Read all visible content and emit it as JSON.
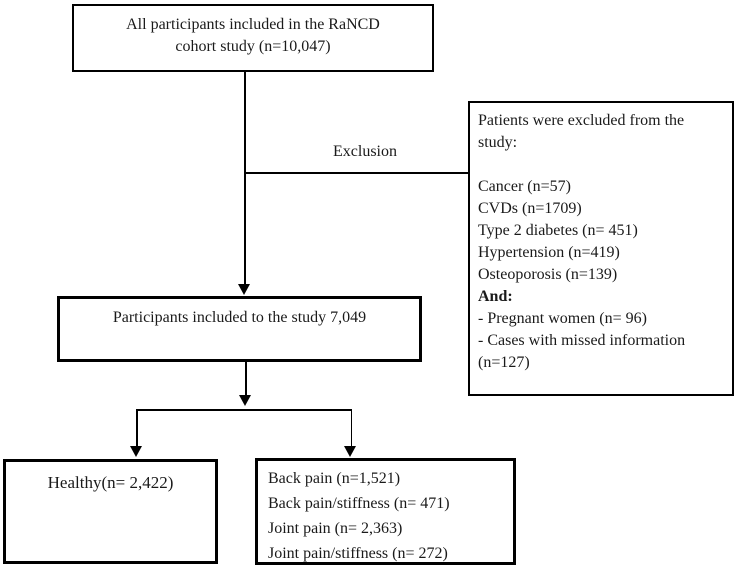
{
  "flowchart": {
    "top_box": {
      "lines": [
        "All participants included in the RaNCD",
        "cohort study (n=10,047)"
      ]
    },
    "exclusion_connector_label": "Exclusion",
    "exclusion_box": {
      "header_lines": [
        "Patients were excluded from the",
        "study:"
      ],
      "items": [
        "Cancer (n=57)",
        "CVDs (n=1709)",
        "Type 2 diabetes (n= 451)",
        "Hypertension (n=419)",
        "Osteoporosis (n=139)"
      ],
      "and_label": "And:",
      "extra_lines": [
        "- Pregnant women (n= 96)",
        "- Cases with missed information",
        "(n=127)"
      ]
    },
    "included_box": {
      "text": "Participants included to the study 7,049"
    },
    "healthy_box": {
      "text": "Healthy(n= 2,422)"
    },
    "pain_box": {
      "lines": [
        "Back pain (n=1,521)",
        "Back pain/stiffness (n= 471)",
        "Joint pain (n= 2,363)",
        "Joint pain/stiffness (n= 272)"
      ]
    },
    "colors": {
      "border": "#000000",
      "text": "#1a1a1a",
      "background": "#ffffff"
    }
  }
}
